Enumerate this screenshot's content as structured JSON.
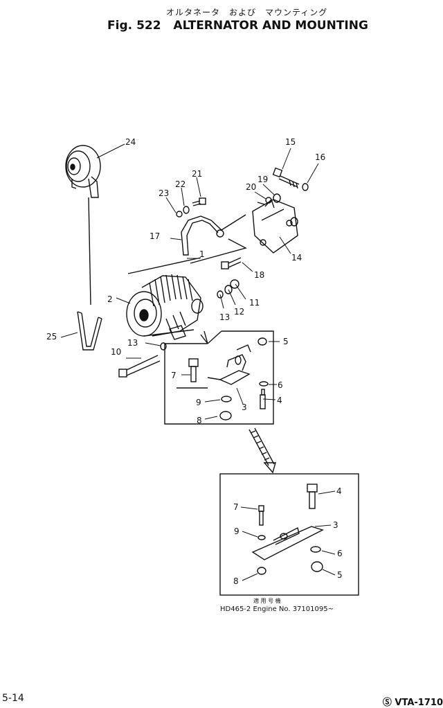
{
  "header": {
    "jp_title": "オルタネータ　および　マウンティング",
    "fig_label": "Fig.",
    "fig_number": "522",
    "title": "ALTERNATOR AND MOUNTING"
  },
  "callouts": {
    "c1": "1",
    "c2": "2",
    "c3": "3",
    "c4": "4",
    "c5": "5",
    "c6": "6",
    "c7": "7",
    "c8": "8",
    "c9": "9",
    "c10": "10",
    "c11": "11",
    "c12": "12",
    "c13": "13",
    "c14": "14",
    "c15": "15",
    "c16": "16",
    "c17": "17",
    "c18": "18",
    "c19": "19",
    "c20": "20",
    "c21": "21",
    "c22": "22",
    "c23": "23",
    "c24": "24",
    "c25": "25"
  },
  "inset": {
    "model_jp": "適 用 号 機",
    "model_line": "HD465-2  Engine No. 37101095~"
  },
  "footer": {
    "page": "5-14",
    "doc_code": "Ⓢ VTA-1710"
  }
}
